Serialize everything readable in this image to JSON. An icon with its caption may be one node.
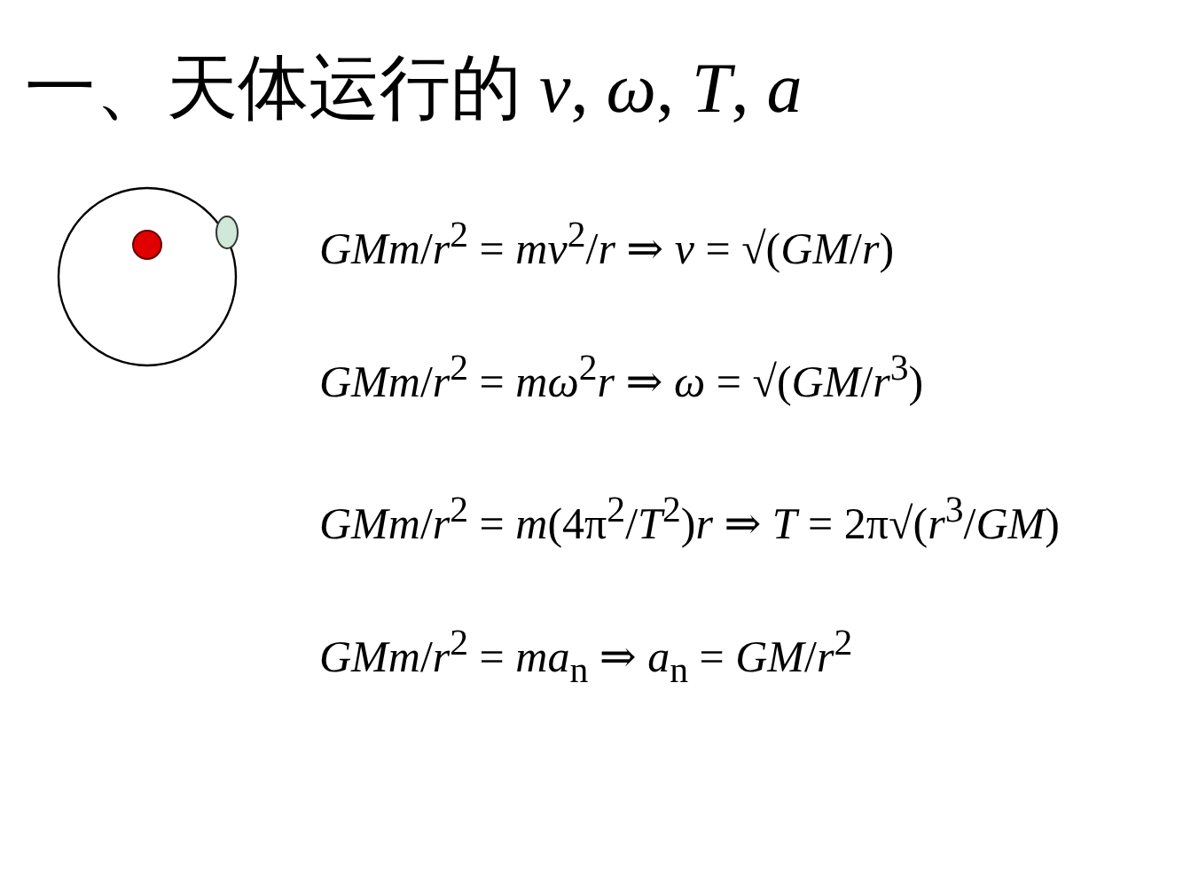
{
  "diagram": {
    "title": "一、天体运行的 *v*, *ω*, *T*, *a*",
    "labels": [
      "*GMm*/*r*$^{2}$ = *mv*$^{2}$/*r* ⇒ *v* = √(*GM*/*r*)",
      "*GMm*/*r*$^{2}$ = *mω*$^{2}$*r* ⇒ *ω* = √(*GM*/*r*$^{3}$)",
      "*GMm*/*r*$^{2}$ = *m*(4π$^{2}$/*T*$^{2}$)*r* ⇒ *T* = 2π√(*r*$^{3}$/*GM*)",
      "*GMm*/*r*$^{2}$ = *ma*$_{n}$ ⇒ *a*$_{n}$ = *GM*/*r*$^{2}$"
    ]
  }
}
